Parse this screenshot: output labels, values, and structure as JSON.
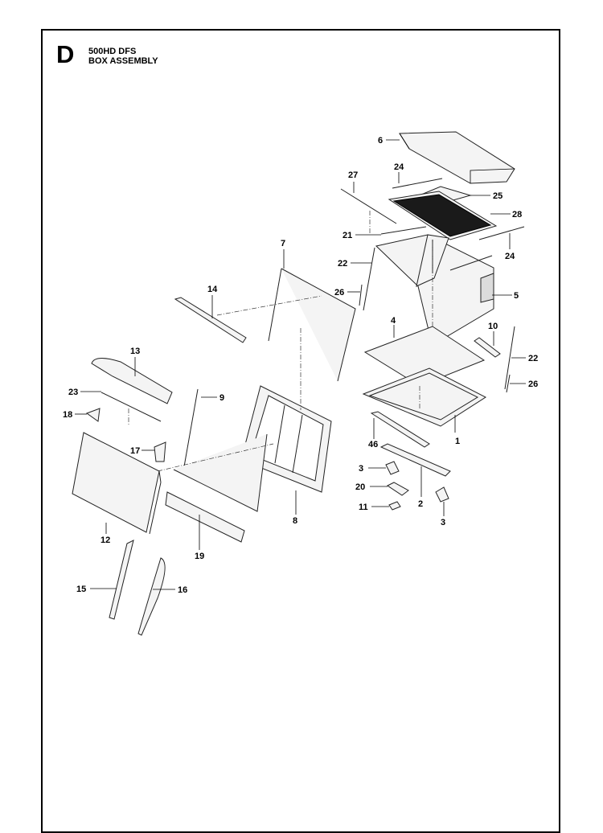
{
  "header": {
    "section_letter": "D",
    "model": "500HD DFS",
    "subtitle": "BOX ASSEMBLY"
  },
  "callouts": [
    {
      "id": "6",
      "text": "6"
    },
    {
      "id": "24a",
      "text": "24"
    },
    {
      "id": "27",
      "text": "27"
    },
    {
      "id": "25",
      "text": "25"
    },
    {
      "id": "28",
      "text": "28"
    },
    {
      "id": "21",
      "text": "21"
    },
    {
      "id": "24b",
      "text": "24"
    },
    {
      "id": "7",
      "text": "7"
    },
    {
      "id": "22a",
      "text": "22"
    },
    {
      "id": "26a",
      "text": "26"
    },
    {
      "id": "5",
      "text": "5"
    },
    {
      "id": "14",
      "text": "14"
    },
    {
      "id": "4",
      "text": "4"
    },
    {
      "id": "10",
      "text": "10"
    },
    {
      "id": "22b",
      "text": "22"
    },
    {
      "id": "13",
      "text": "13"
    },
    {
      "id": "26b",
      "text": "26"
    },
    {
      "id": "23",
      "text": "23"
    },
    {
      "id": "9",
      "text": "9"
    },
    {
      "id": "18",
      "text": "18"
    },
    {
      "id": "1",
      "text": "1"
    },
    {
      "id": "46",
      "text": "46"
    },
    {
      "id": "17",
      "text": "17"
    },
    {
      "id": "3a",
      "text": "3"
    },
    {
      "id": "20",
      "text": "20"
    },
    {
      "id": "2",
      "text": "2"
    },
    {
      "id": "8",
      "text": "8"
    },
    {
      "id": "11",
      "text": "11"
    },
    {
      "id": "3b",
      "text": "3"
    },
    {
      "id": "12",
      "text": "12"
    },
    {
      "id": "19",
      "text": "19"
    },
    {
      "id": "15",
      "text": "15"
    },
    {
      "id": "16",
      "text": "16"
    }
  ]
}
